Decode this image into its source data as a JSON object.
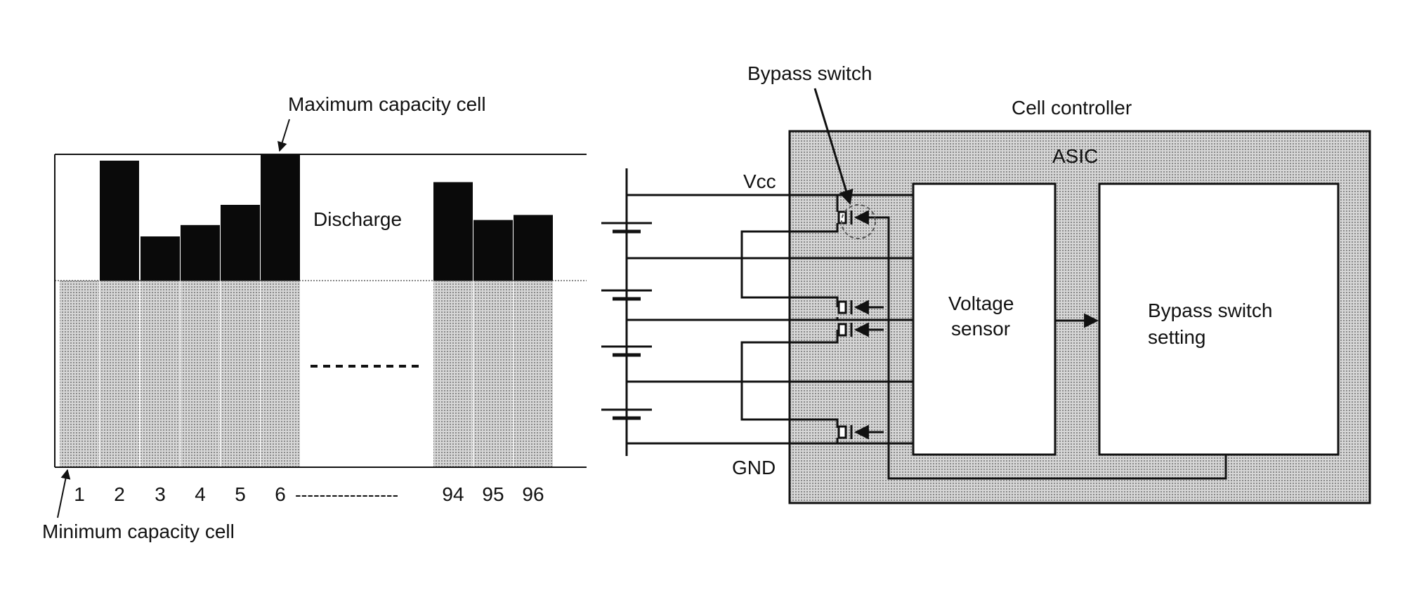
{
  "left_chart": {
    "label_max": "Maximum capacity cell",
    "label_min": "Minimum capacity cell",
    "label_discharge": "Discharge",
    "ellipsis_axis": "-----------------",
    "cells": [
      {
        "label": "1",
        "capacity": 0.0
      },
      {
        "label": "2",
        "capacity": 0.95
      },
      {
        "label": "3",
        "capacity": 0.35
      },
      {
        "label": "4",
        "capacity": 0.44
      },
      {
        "label": "5",
        "capacity": 0.6
      },
      {
        "label": "6",
        "capacity": 1.0
      },
      {
        "label": "94",
        "capacity": 0.78
      },
      {
        "label": "95",
        "capacity": 0.48
      },
      {
        "label": "96",
        "capacity": 0.52
      }
    ]
  },
  "circuit": {
    "label_bypass_switch": "Bypass switch",
    "label_cell_controller": "Cell controller",
    "label_asic": "ASIC",
    "label_vcc": "Vcc",
    "label_gnd": "GND",
    "voltage_sensor_line1": "Voltage",
    "voltage_sensor_line2": "sensor",
    "bypass_setting_line1": "Bypass switch",
    "bypass_setting_line2": "setting"
  }
}
